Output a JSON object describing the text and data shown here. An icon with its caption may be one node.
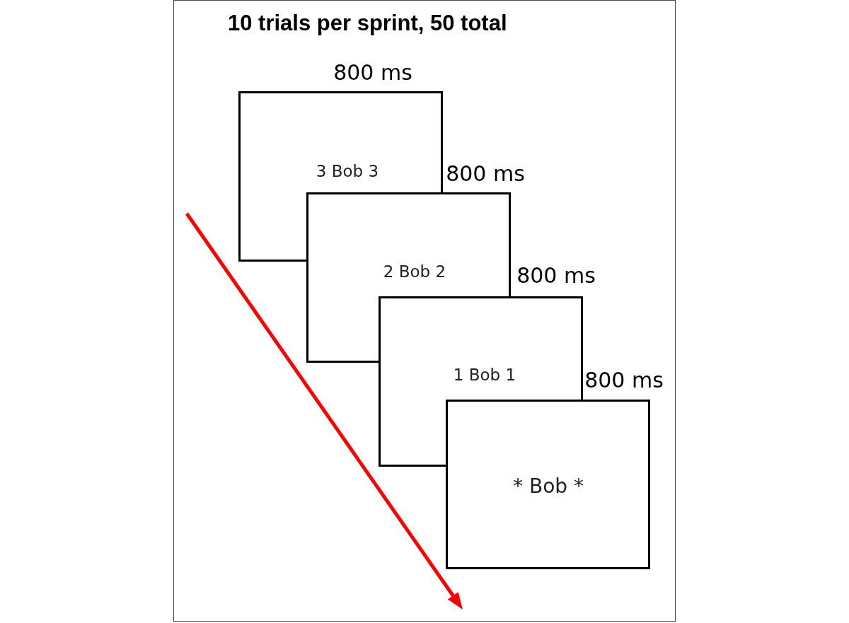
{
  "diagram": {
    "title": "10 trials per sprint, 50 total",
    "nodes": [
      {
        "text": [
          "3 Bob 3"
        ],
        "beside": [
          "800 ms"
        ]
      },
      {
        "text": [
          "2 Bob 2"
        ],
        "beside": [
          "800 ms"
        ]
      },
      {
        "text": [
          "1 Bob 1"
        ],
        "beside": [
          "800 ms"
        ]
      },
      {
        "text": [
          "* Bob *"
        ],
        "beside": [
          "800 ms"
        ]
      }
    ]
  }
}
